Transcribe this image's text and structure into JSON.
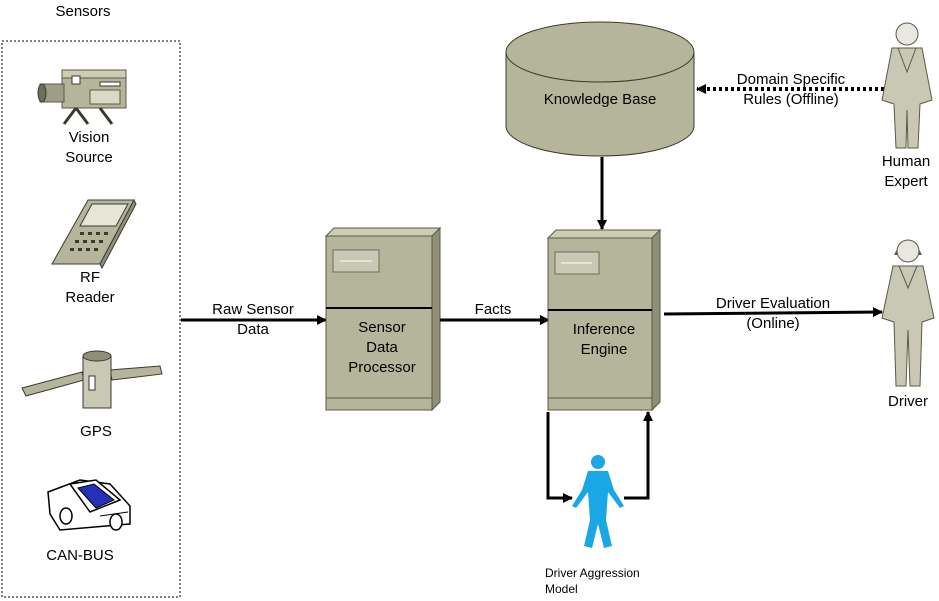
{
  "sensors": {
    "title": "Sensors",
    "vision_label": [
      "Vision",
      "Source"
    ],
    "rf_label": [
      "RF",
      "Reader"
    ],
    "gps_label": "GPS",
    "canbus_label": "CAN-BUS"
  },
  "nodes": {
    "processor": [
      "Sensor",
      "Data",
      "Processor"
    ],
    "inference": [
      "Inference",
      "Engine"
    ],
    "knowledge_base": "Knowledge Base",
    "human_expert": [
      "Human",
      "Expert"
    ],
    "driver": "Driver",
    "aggression_model": [
      "Driver Aggression",
      "Model"
    ]
  },
  "edges": {
    "raw_data": [
      "Raw Sensor",
      "Data"
    ],
    "facts": "Facts",
    "rules": [
      "Domain Specific",
      "Rules (Offline)"
    ],
    "evaluation": [
      "Driver Evaluation",
      "(Online)"
    ]
  },
  "colors": {
    "server": "#b5b59c",
    "server_dark": "#8f8f78",
    "server_light": "#cdcdb6",
    "person_gray": "#c8c8b4",
    "aggression_blue": "#1aa7e6",
    "car_blue": "#2430b8"
  }
}
